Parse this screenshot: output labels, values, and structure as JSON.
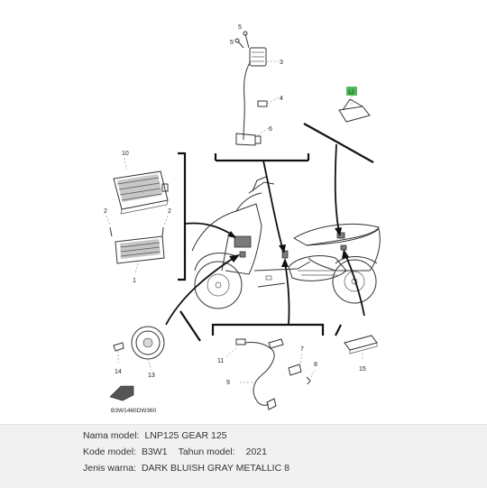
{
  "diagram": {
    "callouts": {
      "n1": "1",
      "n2a": "2",
      "n2b": "2",
      "n3": "3",
      "n4": "4",
      "n5a": "5",
      "n5b": "5",
      "n6": "6",
      "n7": "7",
      "n8": "8",
      "n9": "9",
      "n10": "10",
      "n11": "11",
      "n12": "12",
      "n13": "13",
      "n14": "14",
      "n15": "15"
    },
    "highlight_color": "#4fb85a",
    "page_code": "B3W1460DW360"
  },
  "info": {
    "model_name_label": "Nama model:",
    "model_name_value": "LNP125 GEAR 125",
    "model_code_label": "Kode model:",
    "model_code_value": "B3W1",
    "model_year_label": "Tahun model:",
    "model_year_value": "2021",
    "color_label": "Jenis warna:",
    "color_value": "DARK BLUISH GRAY METALLIC 8"
  }
}
